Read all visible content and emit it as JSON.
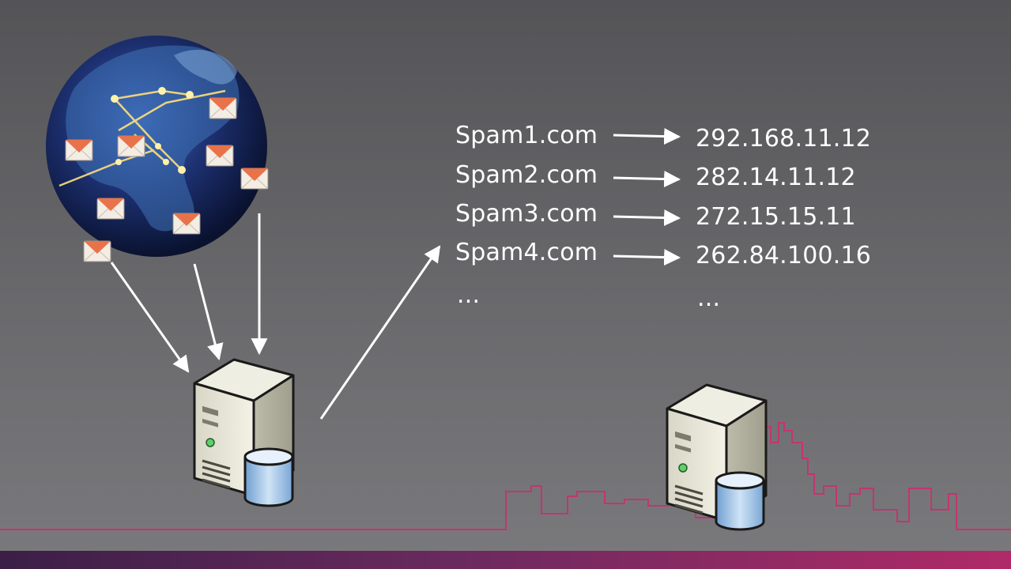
{
  "mappings": [
    {
      "domain": "Spam1.com",
      "ip": "292.168.11.12"
    },
    {
      "domain": "Spam2.com",
      "ip": "282.14.11.12"
    },
    {
      "domain": "Spam3.com",
      "ip": "272.15.15.11"
    },
    {
      "domain": "Spam4.com",
      "ip": "262.84.100.16"
    }
  ],
  "ellipsis_domain": "...",
  "ellipsis_ip": "...",
  "colors": {
    "accent_skyline": "#c2356f",
    "arrow": "#ffffff",
    "globe_ocean": "#1c2f6e",
    "envelope": "#e8734a"
  },
  "icons": [
    "globe-icon",
    "email-envelope-icon",
    "server-icon",
    "database-icon",
    "city-skyline-icon"
  ]
}
